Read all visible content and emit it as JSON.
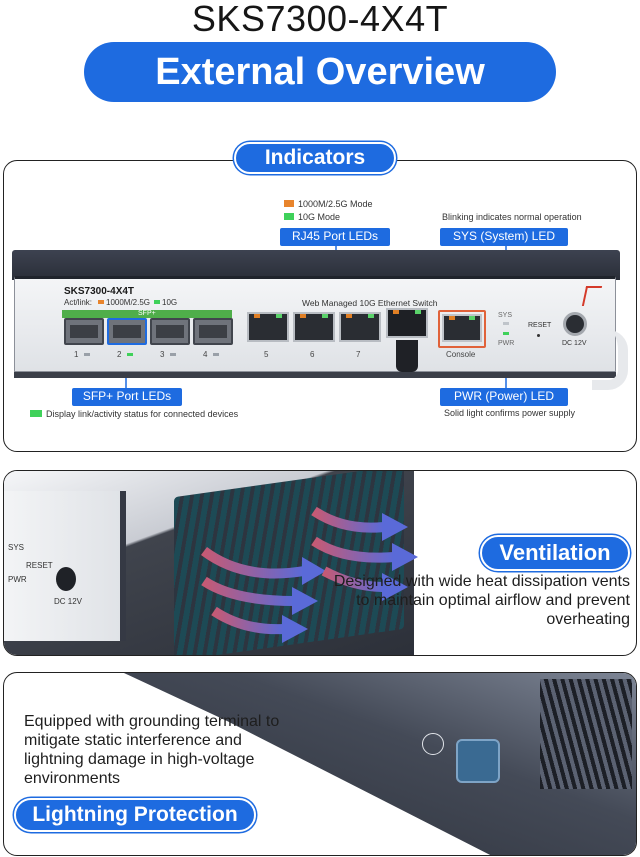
{
  "header": {
    "model": "SKS7300-4X4T",
    "subtitle": "External Overview"
  },
  "indicators": {
    "title": "Indicators",
    "legend": [
      {
        "label": "1000M/2.5G Mode",
        "color": "#e8842c"
      },
      {
        "label": "10G Mode",
        "color": "#3fd15a"
      }
    ],
    "tags": {
      "rj45": "RJ45 Port LEDs",
      "sys": "SYS (System) LED",
      "sfp": "SFP+ Port LEDs",
      "pwr": "PWR (Power) LED"
    },
    "notes": {
      "sys": "Blinking indicates normal operation",
      "pwr": "Solid light confirms power supply",
      "sfp": "Display link/activity status for connected devices"
    },
    "device": {
      "model": "SKS7300-4X4T",
      "actlink": "Act/link:",
      "legend_a": "1000M/2.5G",
      "legend_b": "10G",
      "sfp_label": "SFP+",
      "web_managed": "Web Managed 10G Ethernet Switch",
      "sfp_ports": [
        "1",
        "2",
        "3",
        "4"
      ],
      "rj_ports": [
        "5",
        "6",
        "7"
      ],
      "console": "Console",
      "sys": "SYS",
      "pwr": "PWR",
      "reset": "RESET",
      "dc": "DC 12V"
    }
  },
  "ventilation": {
    "title": "Ventilation",
    "text": "Designed with wide heat dissipation vents to maintain optimal airflow and prevent overheating",
    "device": {
      "sys": "SYS",
      "reset": "RESET",
      "pwr": "PWR",
      "dc": "DC 12V"
    }
  },
  "lightning": {
    "title": "Lightning Protection",
    "text": "Equipped with grounding terminal to mitigate static interference and lightning damage in high-voltage environments"
  }
}
